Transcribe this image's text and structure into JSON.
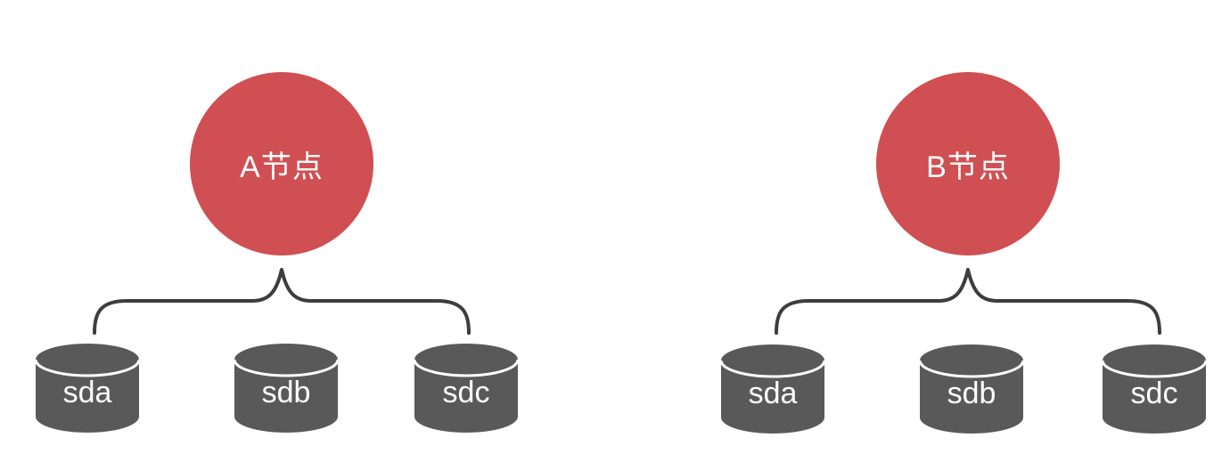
{
  "diagram": {
    "groups": [
      {
        "node_label": "A节点",
        "disks": [
          {
            "label": "sda"
          },
          {
            "label": "sdb"
          },
          {
            "label": "sdc"
          }
        ]
      },
      {
        "node_label": "B节点",
        "disks": [
          {
            "label": "sda"
          },
          {
            "label": "sdb"
          },
          {
            "label": "sdc"
          }
        ]
      }
    ]
  },
  "colors": {
    "background": "#ffffff",
    "node-fill": "#d04f52",
    "node-text": "#ffffff",
    "disk-fill": "#595959",
    "disk-text": "#ffffff",
    "lid-line": "#ffffff",
    "brace-stroke": "#3d3d3d"
  }
}
